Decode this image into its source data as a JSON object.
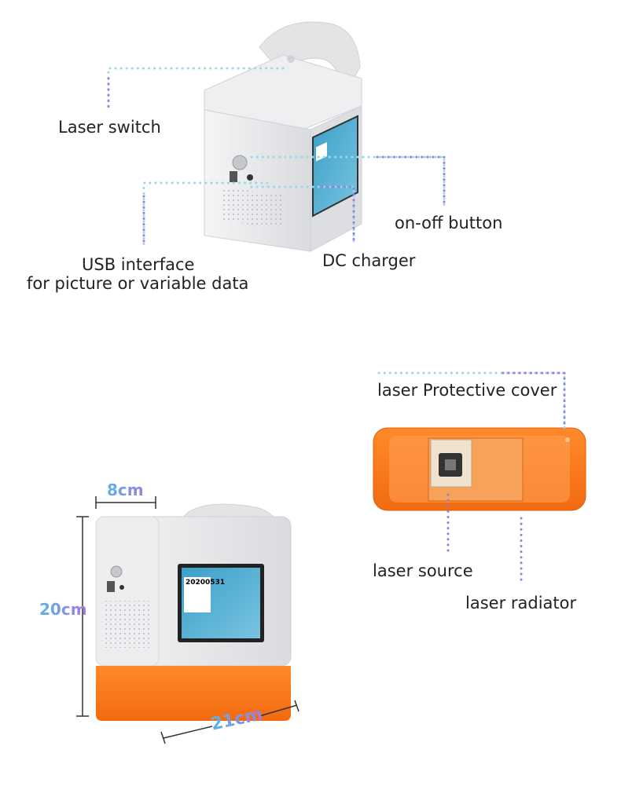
{
  "callouts": {
    "laser_switch": "Laser switch",
    "on_off_button": "on-off button",
    "usb_line1": "USB interface",
    "usb_line2": "for picture or variable data",
    "dc_charger": "DC charger",
    "protective_cover": "laser Protective cover",
    "laser_source": "laser source",
    "laser_radiator": "laser radiator"
  },
  "dimensions": {
    "width": "8cm",
    "height": "20cm",
    "length": "21cm"
  },
  "screen": {
    "date_text": "20200531"
  },
  "colors": {
    "callout_line": "#9a7be0",
    "callout_line_light": "#7fd3e6",
    "orange": "#ff7a1a",
    "body": "#e9eaec"
  }
}
